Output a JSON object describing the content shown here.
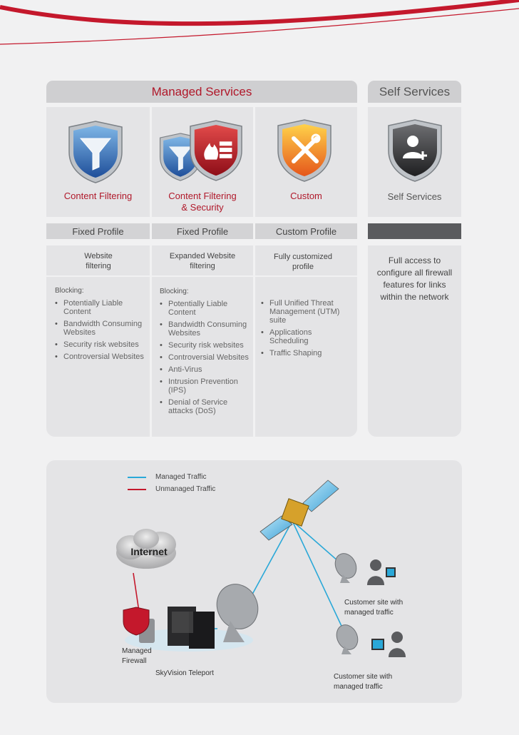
{
  "managed_header": "Managed Services",
  "self_header": "Self Services",
  "columns": [
    {
      "label": "Content Filtering",
      "profile": "Fixed Profile",
      "desc": "Website filtering"
    },
    {
      "label": "Content Filtering & Security",
      "profile": "Fixed Profile",
      "desc": "Expanded Website filtering"
    },
    {
      "label": "Custom",
      "profile": "Custom Profile",
      "desc": "Fully customized profile"
    }
  ],
  "self": {
    "label": "Self Services",
    "desc": "Full access to configure all firewall features for links within the network"
  },
  "blocking_label": "Blocking:",
  "list1": [
    "Potentially Liable Content",
    "Bandwidth Consuming Websites",
    "Security risk websites",
    "Controversial Websites"
  ],
  "list2": [
    "Potentially Liable Content",
    "Bandwidth Consuming Websites",
    "Security risk websites",
    "Controversial Websites",
    "Anti-Virus",
    "Intrusion Prevention (IPS)",
    "Denial of Service attacks (DoS)"
  ],
  "list3": [
    "Full Unified Threat Management (UTM) suite",
    "Applications Scheduling",
    "Traffic Shaping"
  ],
  "legend": {
    "managed": "Managed Traffic",
    "unmanaged": "Unmanaged Traffic",
    "managed_color": "#2aa8d8",
    "unmanaged_color": "#c4182c"
  },
  "diagram": {
    "internet": "Internet",
    "firewall": "Managed Firewall",
    "teleport": "SkyVision Teleport",
    "site1": "Customer site with managed traffic",
    "site2": "Customer site with managed traffic"
  }
}
